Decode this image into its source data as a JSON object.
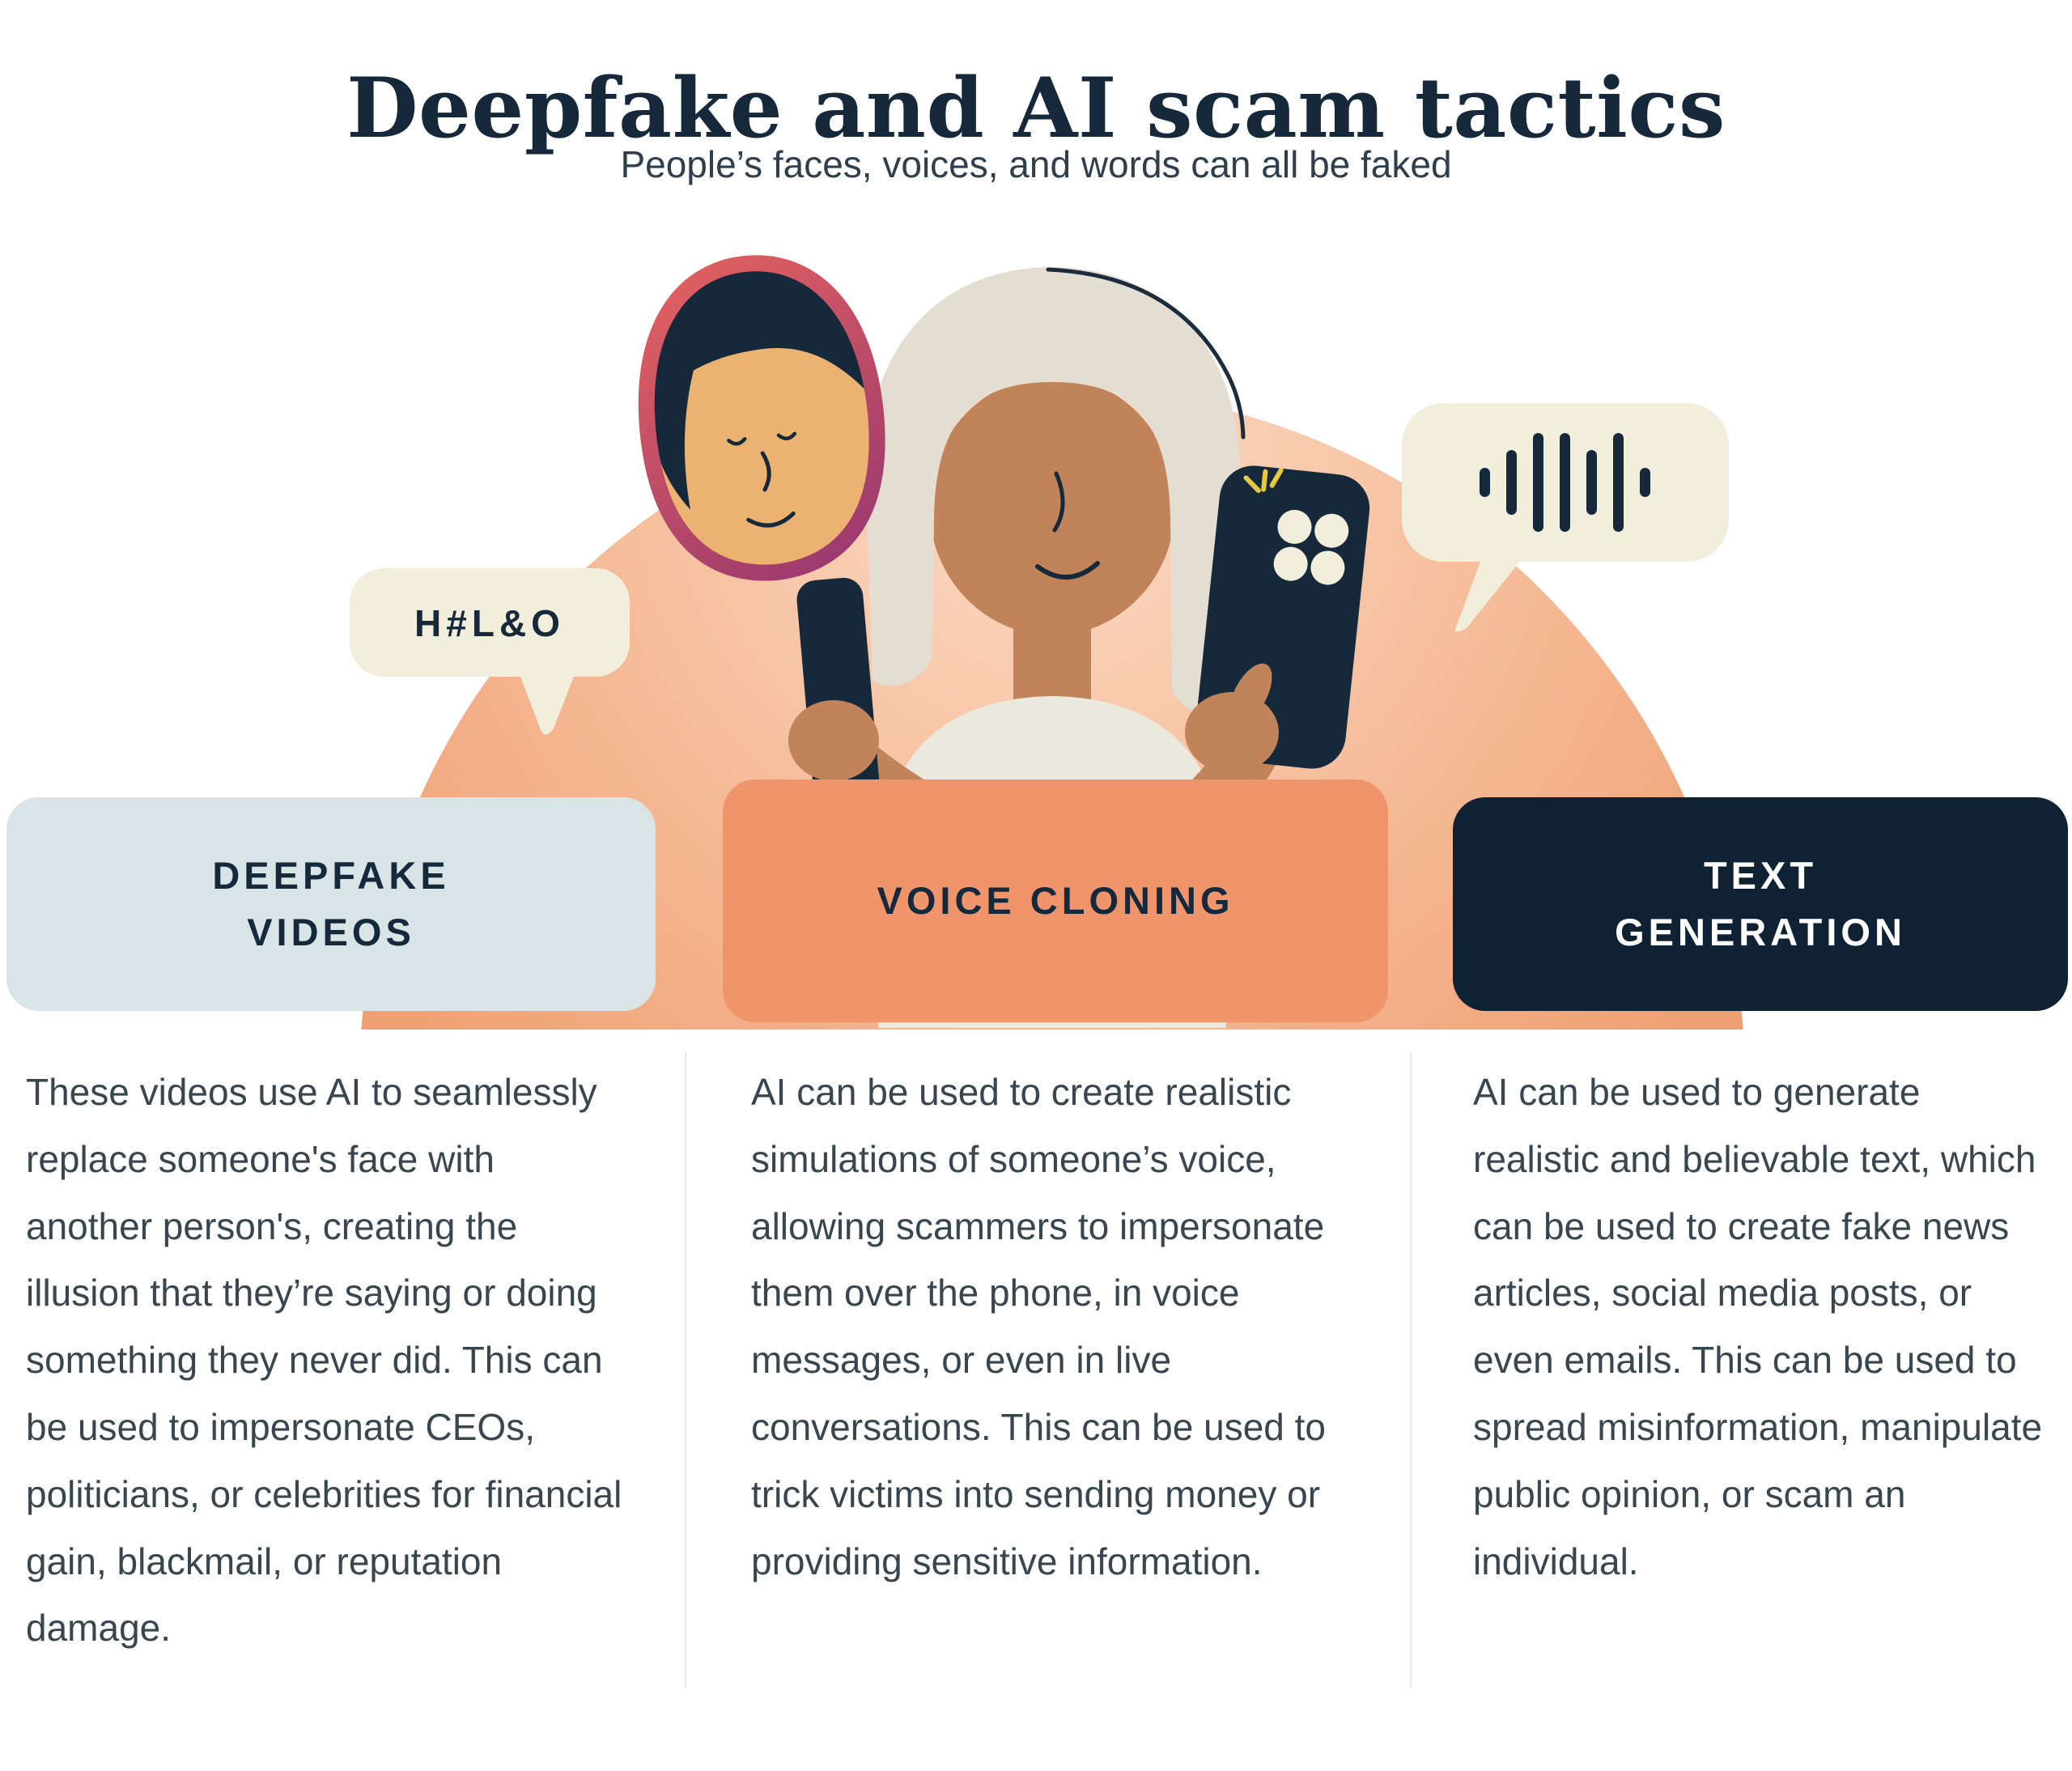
{
  "header": {
    "title": "Deepfake and AI scam tactics",
    "subtitle": "People’s faces, voices, and words can all be faked"
  },
  "illustration": {
    "left_speech_bubble_text": "H#L&O",
    "right_speech_bubble_icon": "voice-waveform-icon",
    "scene": "woman taking selfie with smartphone while holding a deepfake face mask on a stick",
    "colors": {
      "backdrop_gradient_top": "#fbdcc6",
      "backdrop_gradient_bottom": "#f0a173",
      "speech_bubble": "#f2eedc",
      "navy": "#15293a",
      "woman_skin": "#c1835a",
      "mask_skin": "#ecb271",
      "woman_hair": "#e4ded2",
      "shirt": "#ebe8de",
      "mask_ring_start": "#e06060",
      "mask_ring_end": "#99386f",
      "sparkle": "#e7c93f"
    }
  },
  "cards": [
    {
      "id": "deepfake-videos",
      "title": "DEEPFAKE VIDEOS",
      "title_top": "DEEPFAKE",
      "title_bottom": "VIDEOS",
      "bg": "#d9e4e6",
      "text_color": "#14293b",
      "body": "These videos use AI to seamlessly replace someone's face with another person's, creating the illusion that they’re saying or doing something they never did. This can be used to impersonate CEOs, politicians, or celebrities for financial gain, blackmail, or reputation damage."
    },
    {
      "id": "voice-cloning",
      "title": "VOICE CLONING",
      "title_top": "VOICE CLONING",
      "bg": "#f0956b",
      "text_color": "#14293b",
      "body": "AI can be used to create realistic simulations of someone’s voice, allowing scammers to impersonate them over the phone, in voice messages, or even in live conversations. This can be used to trick victims into sending money or providing sensitive information."
    },
    {
      "id": "text-generation",
      "title": "TEXT GENERATION",
      "title_top": "TEXT",
      "title_bottom": "GENERATION",
      "bg": "#0f2234",
      "text_color": "#ffffff",
      "body": "AI can be used to generate realistic and believable text, which can be used to create fake news articles, social media posts, or even emails. This can be used to spread misinformation, manipulate public opinion, or scam an individual."
    }
  ]
}
